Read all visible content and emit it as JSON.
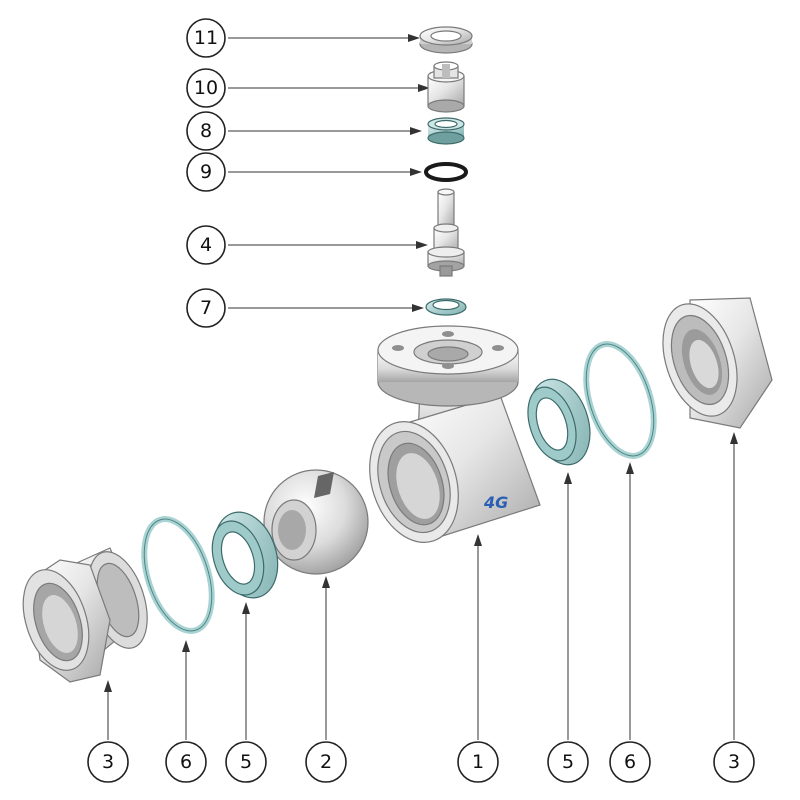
{
  "diagram": {
    "callouts_top": [
      {
        "label": "11"
      },
      {
        "label": "10"
      },
      {
        "label": "8"
      },
      {
        "label": "9"
      },
      {
        "label": "4"
      },
      {
        "label": "7"
      }
    ],
    "callouts_bottom": [
      {
        "label": "3"
      },
      {
        "label": "6"
      },
      {
        "label": "5"
      },
      {
        "label": "2"
      },
      {
        "label": "1"
      },
      {
        "label": "5"
      },
      {
        "label": "6"
      },
      {
        "label": "3"
      }
    ],
    "body_logo": "4G",
    "colors": {
      "metal_light": "#f2f2f2",
      "metal_mid": "#d4d4d4",
      "metal_dark": "#9a9a9a",
      "seal_teal": "#a9d3d3",
      "seal_dark": "#5f9494",
      "oring_black": "#1a1a1a",
      "logo_blue": "#2b5fb4"
    }
  }
}
